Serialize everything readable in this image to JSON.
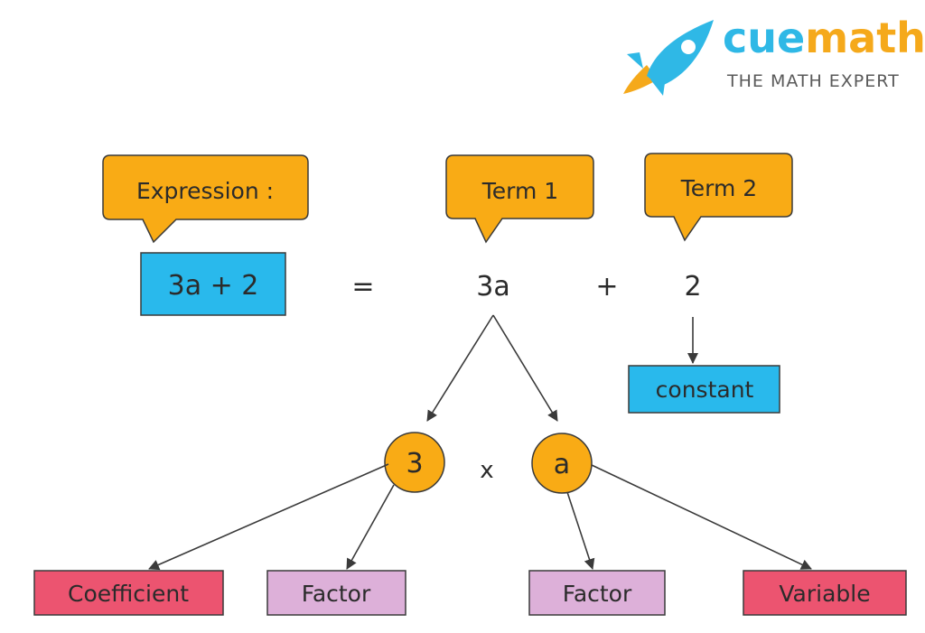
{
  "brand": {
    "name_part1": "cue",
    "name_part2": "math",
    "tagline": "THE MATH EXPERT",
    "colors": {
      "blue": "#2fb8e6",
      "orange": "#f5a91b",
      "gray": "#5a5a5a"
    }
  },
  "callouts": {
    "expression": "Expression :",
    "term1": "Term 1",
    "term2": "Term 2"
  },
  "equation": {
    "expression": "3a + 2",
    "equals": "=",
    "term1": "3a",
    "plus": "+",
    "term2": "2"
  },
  "constant_label": "constant",
  "factors": {
    "left": "3",
    "times": "x",
    "right": "a"
  },
  "labels": {
    "coefficient": "Coefficient",
    "factor_left": "Factor",
    "factor_right": "Factor",
    "variable": "Variable"
  },
  "colors": {
    "callout_fill": "#f9ab15",
    "blue_box": "#29b9ec",
    "circle_fill": "#f9ab15",
    "coefficient_fill": "#ec5470",
    "factor_fill": "#ddb0d9",
    "variable_fill": "#ec5470",
    "stroke": "#3a3a3a"
  }
}
